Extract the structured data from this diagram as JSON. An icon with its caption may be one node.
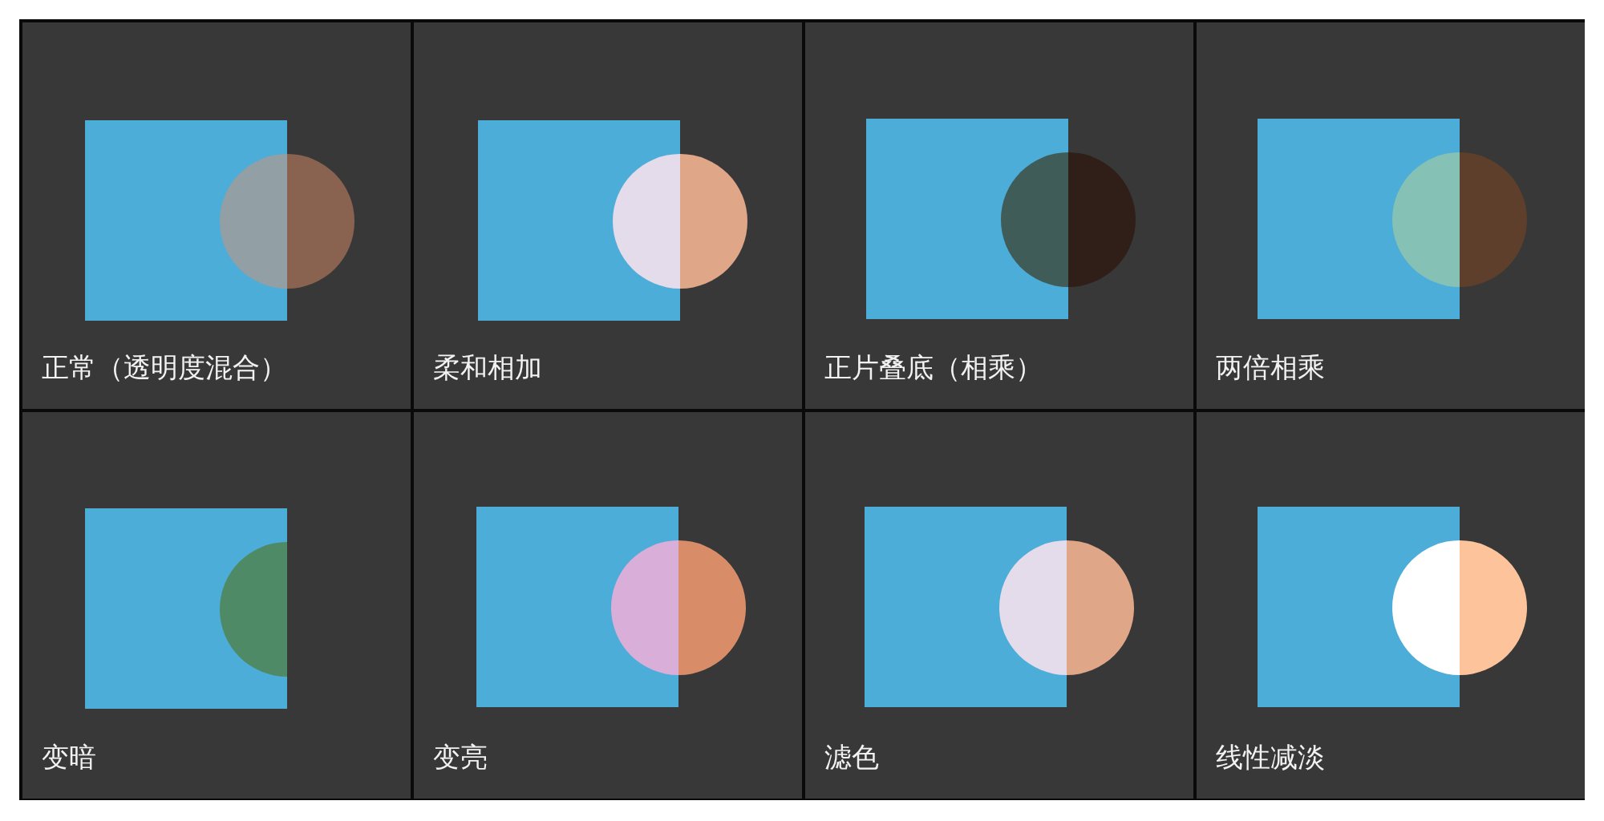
{
  "diagram": {
    "nodes": [
      {
        "text": [
          "正常（透明度混合）"
        ]
      },
      {
        "text": [
          "柔和相加"
        ]
      },
      {
        "text": [
          "正片叠底（相乘）"
        ]
      },
      {
        "text": [
          "两倍相乘"
        ]
      },
      {
        "text": [
          "变暗"
        ]
      },
      {
        "text": [
          "变亮"
        ]
      },
      {
        "text": [
          "滤色"
        ]
      },
      {
        "text": [
          "线性减淡"
        ]
      }
    ]
  }
}
